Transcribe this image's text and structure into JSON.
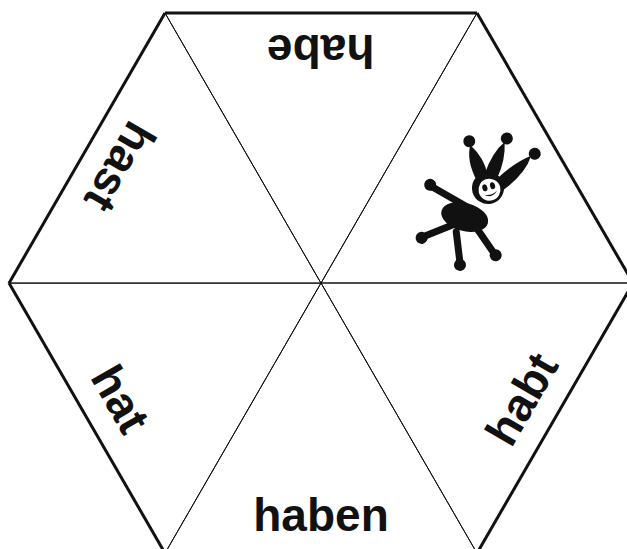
{
  "diagram": {
    "nodes": [
      {
        "text": [
          "habe"
        ]
      },
      {
        "text": [
          "hast"
        ]
      },
      {
        "text": [
          "hat"
        ]
      },
      {
        "text": [
          "habt"
        ]
      },
      {
        "text": [
          "haben"
        ]
      }
    ]
  }
}
